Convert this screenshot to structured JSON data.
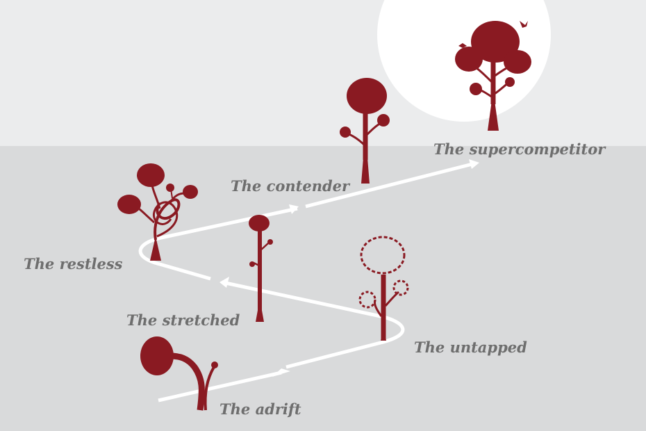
{
  "colors": {
    "sky": "#ebeced",
    "ground": "#d9dadb",
    "sun": "#ffffff",
    "tree": "#8a1a22",
    "path": "#ffffff",
    "label": "#6e6e6e"
  },
  "stages": [
    {
      "id": "adrift",
      "label": "The adrift"
    },
    {
      "id": "untapped",
      "label": "The untapped"
    },
    {
      "id": "stretched",
      "label": "The stretched"
    },
    {
      "id": "restless",
      "label": "The restless"
    },
    {
      "id": "contender",
      "label": "The contender"
    },
    {
      "id": "supercompetitor",
      "label": "The supercompetitor"
    }
  ]
}
